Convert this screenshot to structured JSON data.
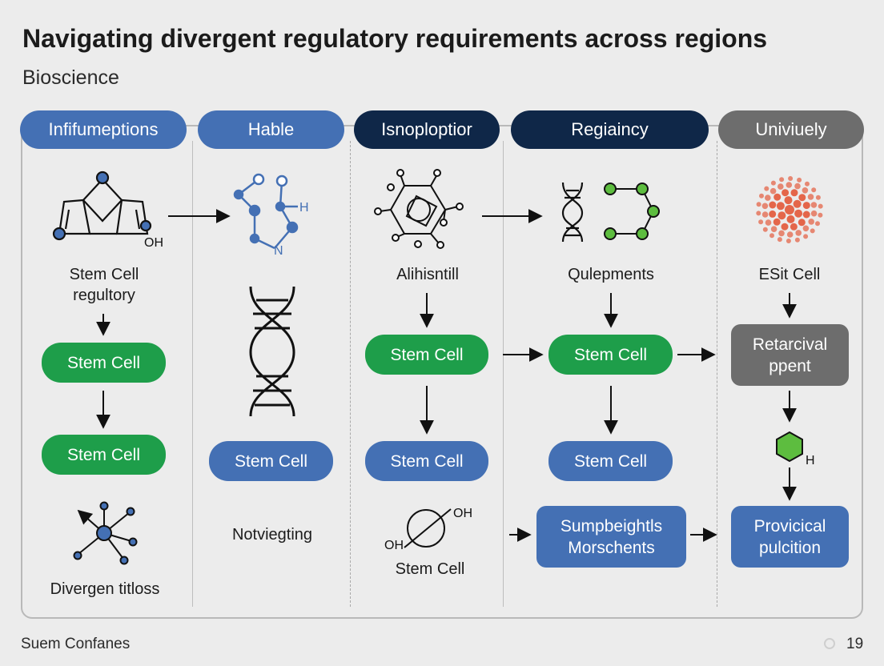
{
  "title": "Navigating divergent regulatory requirements across regions",
  "subtitle": "Bioscience",
  "headers": [
    "Infifumeptions",
    "Hable",
    "Isnoploptior",
    "Regiaincy",
    "Univiuely"
  ],
  "labels": {
    "col1_top": "Stem Cell\nregultory",
    "col1_bottom": "Divergen titloss",
    "col2_bottom": "Notviegting",
    "col3_top": "Alihisntill",
    "col3_bottom": "Stem Cell",
    "col4_top": "Qulepments",
    "col5_top": "ESit Cell"
  },
  "chem_labels": {
    "oh": "OH",
    "h": "H",
    "n": "N"
  },
  "nodes": {
    "col1_pill1": "Stem Cell",
    "col1_pill2": "Stem Cell",
    "col2_pill1": "Stem Cell",
    "col3_pill1": "Stem Cell",
    "col3_pill2": "Stem Cell",
    "col4_pill1": "Stem Cell",
    "col4_pill2": "Stem Cell",
    "col4_box": "Sumpbeightls\nMorschents",
    "col5_box1": "Retarcival\nppent",
    "col5_box2": "Provicical\npulcition"
  },
  "footer": {
    "left": "Suem Confanes",
    "page": "19"
  },
  "colors": {
    "header_blue": "#4470b4",
    "header_navy": "#0f2748",
    "header_grey": "#6d6d6d",
    "green": "#1e9e4a",
    "blue": "#4470b4",
    "molecule_green": "#5dbd3f",
    "dot_red": "#e4664a"
  }
}
